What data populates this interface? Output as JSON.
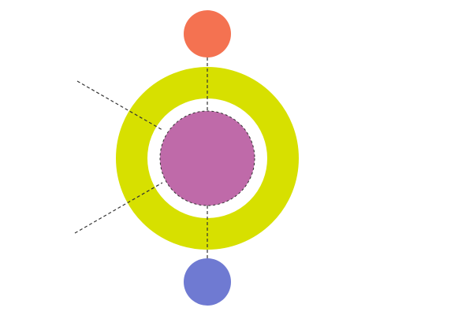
{
  "diagram": {
    "colors": {
      "outer_ring": "#d7e000",
      "inner_circle": "#bf6aa9",
      "top_node": "#f47251",
      "bottom_node": "#6f7ad2",
      "connector": "#333333",
      "background": "#ffffff"
    },
    "nodes": [
      {
        "name": "top-node",
        "color_key": "top_node"
      },
      {
        "name": "bottom-node",
        "color_key": "bottom_node"
      },
      {
        "name": "center-node",
        "color_key": "inner_circle"
      }
    ],
    "ring": {
      "name": "outer-ring",
      "color_key": "outer_ring"
    },
    "connectors": [
      "top-connector",
      "bottom-connector",
      "upper-left-connector",
      "lower-left-connector"
    ]
  }
}
